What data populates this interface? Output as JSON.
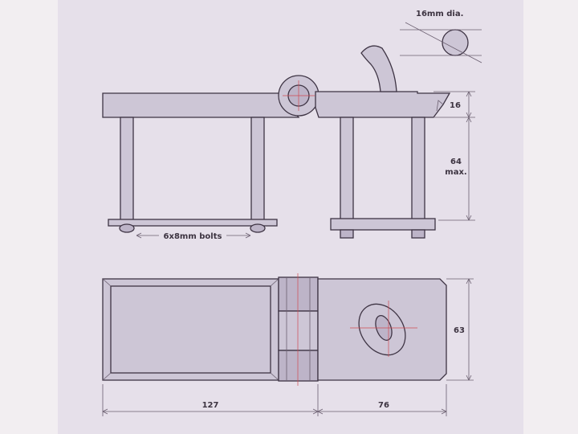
{
  "labels": {
    "pin_diameter": "16mm dia.",
    "thickness": "16",
    "gap": "64",
    "gap_note": "max.",
    "bolts": "6x8mm bolts",
    "width": "63",
    "length_left": "127",
    "length_right": "76"
  },
  "colors": {
    "background": "#f2eef1",
    "paper": "#e6e0ea",
    "part_fill": "#cdc6d6",
    "outline": "#3e3444",
    "centre_line": "#d04a52"
  }
}
